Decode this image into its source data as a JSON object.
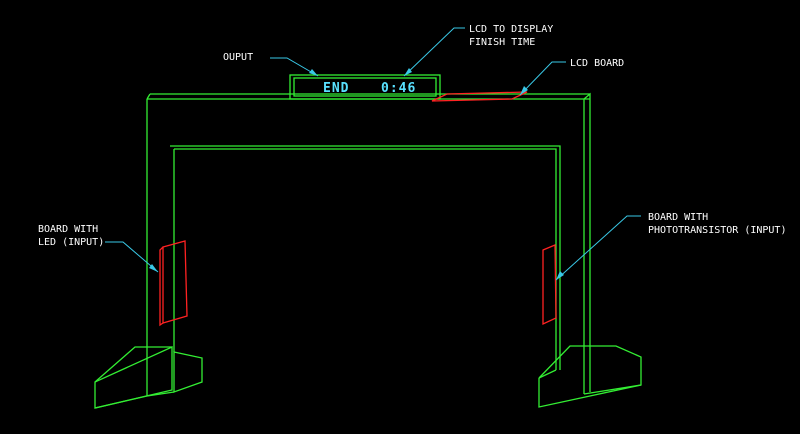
{
  "labels": {
    "output": "OUPUT",
    "lcd_display_line1": "LCD TO DISPLAY",
    "lcd_display_line2": "FINISH TIME",
    "lcd_board": "LCD BOARD",
    "led_board_line1": "BOARD WITH",
    "led_board_line2": "LED (INPUT)",
    "photo_board_line1": "BOARD WITH",
    "photo_board_line2": "PHOTOTRANSISTOR (INPUT)"
  },
  "lcd": {
    "status": "END",
    "time": "0:46"
  },
  "colors": {
    "background": "#000000",
    "structure": "#33ee33",
    "board": "#ff2222",
    "leader": "#39c8e6",
    "label": "#ffffff",
    "lcd_text": "#59e0ff"
  }
}
